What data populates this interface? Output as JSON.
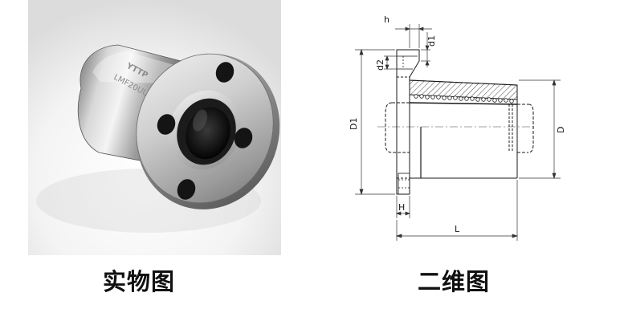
{
  "photo": {
    "caption": "实物图",
    "engraving_brand": "YTTP",
    "engraving_model": "LMF20UU",
    "colors": {
      "metal_light": "#e6e6e6",
      "metal_dark": "#4a4a4a",
      "hole": "#141414"
    }
  },
  "drawing": {
    "caption": "二维图",
    "dimensions": {
      "h": "h",
      "d1": "d1",
      "d2": "d2",
      "D1": "D1",
      "D": "D",
      "H": "H",
      "L": "L"
    },
    "colors": {
      "line": "#1a1a1a",
      "dim": "#333333"
    }
  }
}
